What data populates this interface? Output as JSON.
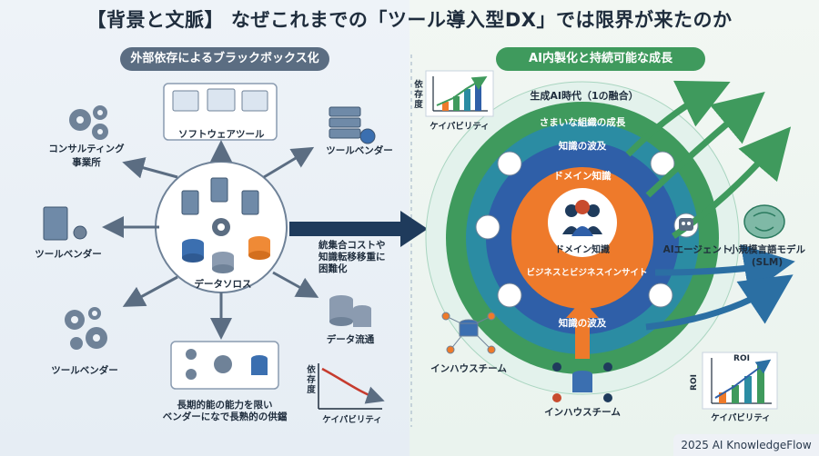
{
  "title": "【背景と文脈】 なぜこれまでの「ツール導入型DX」では限界が来たのか",
  "left": {
    "heading": "外部依存によるブラックボックス化",
    "software": "ソフトウェアツール",
    "consulting": "コンサルティング\n事業所",
    "tool_vendor_top": "ツールベンダー",
    "tool_vendor_left": "ツールベンダー",
    "tool_vendor_bottom": "ツールベンダー",
    "data_silos": "データソロス",
    "data_flow": "データ流通",
    "integration_cost": "統集合コストや\n知識転移移重に\n困難化",
    "long_term": "長期的能の能力を限い\nベンダーになで長熟的の供鐺",
    "chart_ylabel": "依\n存\n度",
    "chart_xlabel": "ケイパビリティ"
  },
  "right": {
    "heading": "AI内製化と持続可能な成長",
    "gen_ai": "生成AI時代（1の融合）",
    "growth_ring": "さまいな組織の成長",
    "knowledge_spread_top": "知識の波及",
    "knowledge_spread_bottom": "知識の波及",
    "domain_ring": "ドメイン知識",
    "domain_center": "ドメイン知識",
    "biz_ring": "ビジネスとビジネスインサイト",
    "ai_agent": "AIエージェント",
    "slm": "小規模言語モデル\n(SLM)",
    "inhouse_left": "インハウスチーム",
    "inhouse_bottom": "インハウスチーム",
    "top_chart_ylabel": "依\n存\n度",
    "top_chart_xlabel": "ケイパビリティ",
    "roi_title": "ROI",
    "roi_ylabel": "ROI",
    "roi_xlabel": "ケイパビリティ"
  },
  "footer": "2025 AI KnowledgeFlow",
  "colors": {
    "navy": "#1f3b5c",
    "green": "#3f9a5d",
    "teal": "#2b8ca3",
    "blue": "#2f5fa8",
    "orange": "#ee7a2b"
  }
}
